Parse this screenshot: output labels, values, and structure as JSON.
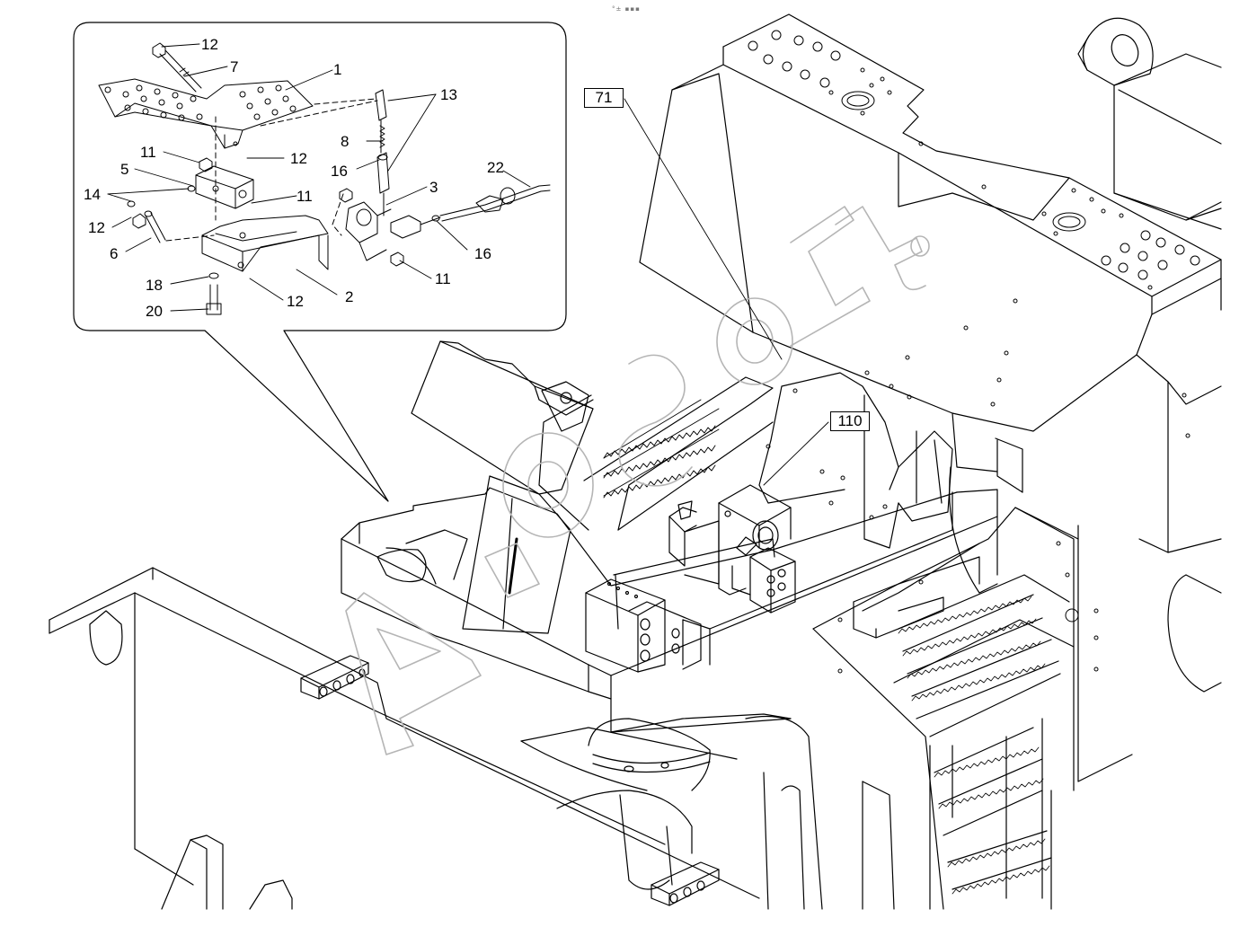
{
  "diagram": {
    "header_mark": "°± ▪▪▪",
    "main_labels": {
      "frame_ref": "71",
      "unit_ref": "110"
    },
    "detail_callouts": [
      "12",
      "7",
      "1",
      "13",
      "8",
      "16",
      "11",
      "12",
      "5",
      "14",
      "11",
      "3",
      "22",
      "12",
      "6",
      "16",
      "11",
      "18",
      "12",
      "2",
      "20"
    ]
  },
  "colors": {
    "line": "#000000",
    "background": "#ffffff",
    "watermark": "#b5b5b5"
  }
}
